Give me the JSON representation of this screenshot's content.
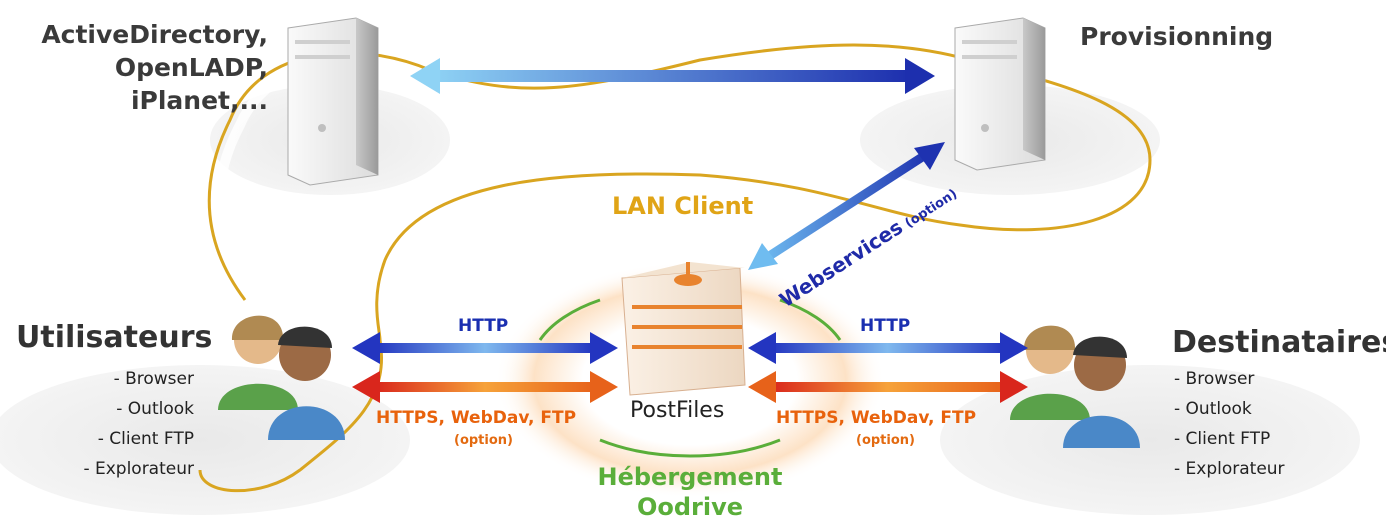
{
  "directory": {
    "lines": [
      "ActiveDirectory,",
      "OpenLADP,",
      "iPlanet,..."
    ]
  },
  "provisioning": {
    "title": "Provisionning"
  },
  "lan_zone": {
    "label": "LAN Client"
  },
  "webservices": {
    "label": "Webservices",
    "option": "(option)"
  },
  "users": {
    "title": "Utilisateurs",
    "items": [
      "- Browser",
      "- Outlook",
      "- Client FTP",
      "- Explorateur"
    ]
  },
  "recipients": {
    "title": "Destinataires",
    "items": [
      "- Browser",
      "- Outlook",
      "- Client FTP",
      "- Explorateur"
    ]
  },
  "left_link": {
    "http": "HTTP",
    "secure": "HTTPS, WebDav, FTP",
    "option": "(option)"
  },
  "right_link": {
    "http": "HTTP",
    "secure": "HTTPS, WebDav, FTP",
    "option": "(option)"
  },
  "center": {
    "label": "PostFiles"
  },
  "hosting_zone": {
    "line1": "Hébergement",
    "line2": "Oodrive"
  },
  "colors": {
    "lan_ring": "#d9a520",
    "hosting_ring": "#5aae3a",
    "http_arrow": "#1a2fb0",
    "secure_arrow": "#e8620c",
    "sync_arrow": "#4aa3e6",
    "webservices_text": "#1f2aa8"
  }
}
